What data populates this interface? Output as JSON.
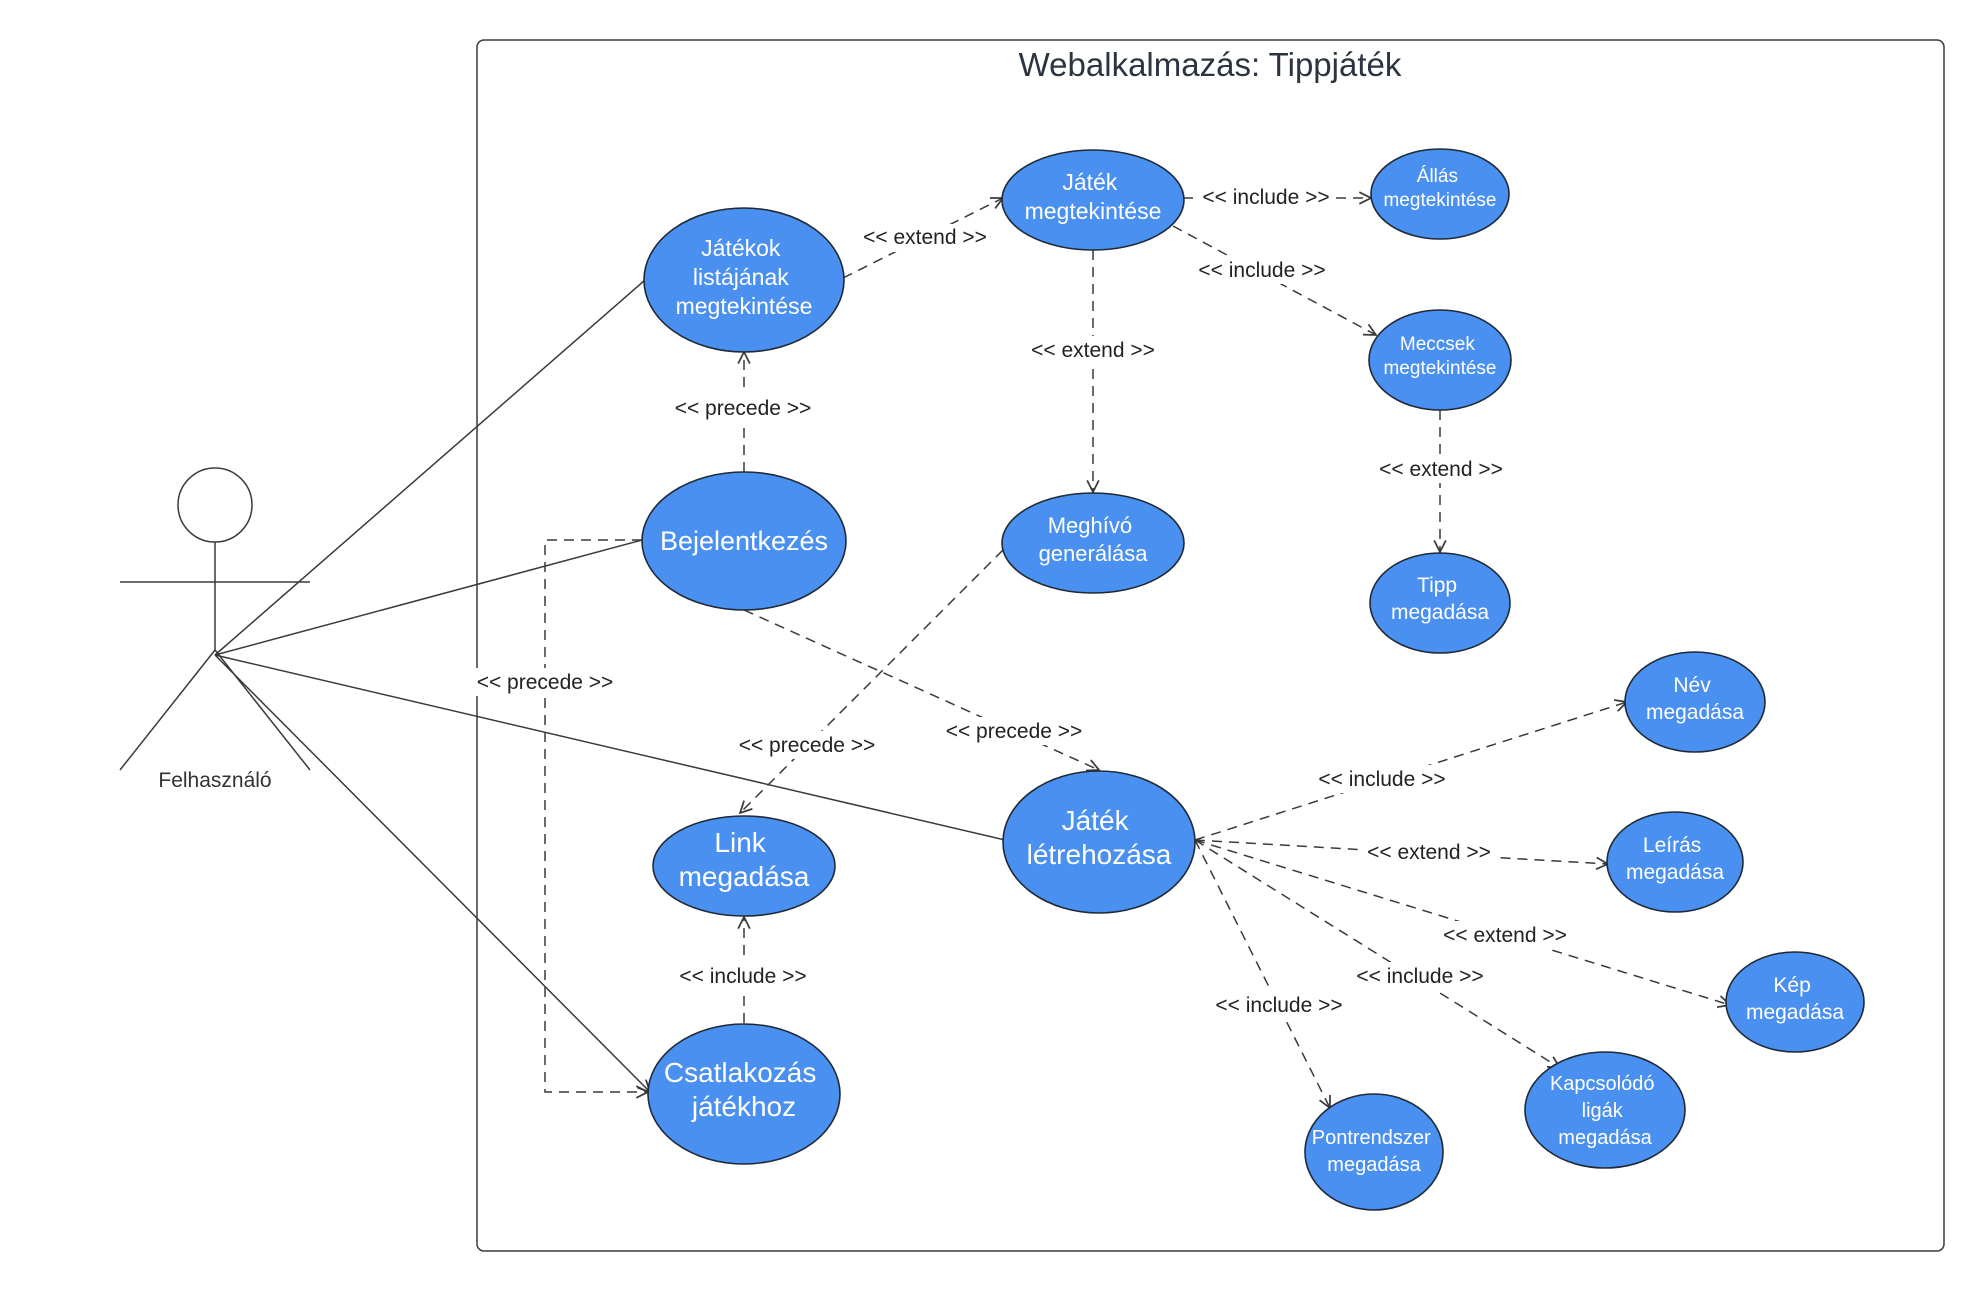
{
  "diagram": {
    "title": "Webalkalmazás: Tippjáték",
    "actor": {
      "name": "Felhasználó"
    },
    "use_cases": {
      "jatekok_listaja": [
        "Játékok",
        "listájának",
        "megtekintése"
      ],
      "jatek_megtekintese": [
        "Játék",
        "megtekintése"
      ],
      "allas": [
        "Állás",
        "megtekintése"
      ],
      "meccsek": [
        "Meccsek",
        "megtekintése"
      ],
      "tipp": [
        "Tipp",
        "megadása"
      ],
      "bejelentkezes": [
        "Bejelentkezés"
      ],
      "meghivo": [
        "Meghívó",
        "generálása"
      ],
      "link": [
        "Link",
        "megadása"
      ],
      "csatlakozas": [
        "Csatlakozás",
        "játékhoz"
      ],
      "jatek_letrehozasa": [
        "Játék",
        "létrehozása"
      ],
      "nev": [
        "Név",
        "megadása"
      ],
      "leiras": [
        "Leírás",
        "megadása"
      ],
      "kep": [
        "Kép",
        "megadása"
      ],
      "kapcsolodo": [
        "Kapcsolódó",
        "ligák",
        "megadása"
      ],
      "pontrendszer": [
        "Pontrendszer",
        "megadása"
      ]
    },
    "relations": {
      "extend_lista_jatek": "<< extend >>",
      "include_jatek_allas": "<< include >>",
      "include_jatek_meccsek": "<< include >>",
      "extend_jatek_meghivo": "<< extend >>",
      "extend_meccsek_tipp": "<< extend >>",
      "precede_bej_lista": "<< precede >>",
      "precede_bej_csatl": "<< precede >>",
      "precede_meghivo_link": "<< precede >>",
      "precede_bej_letre": "<< precede >>",
      "include_csatl_link": "<< include >>",
      "include_letre_nev": "<< include >>",
      "extend_letre_leiras": "<< extend >>",
      "extend_letre_kep": "<< extend >>",
      "include_letre_kapcs": "<< include >>",
      "include_letre_pont": "<< include >>"
    }
  }
}
